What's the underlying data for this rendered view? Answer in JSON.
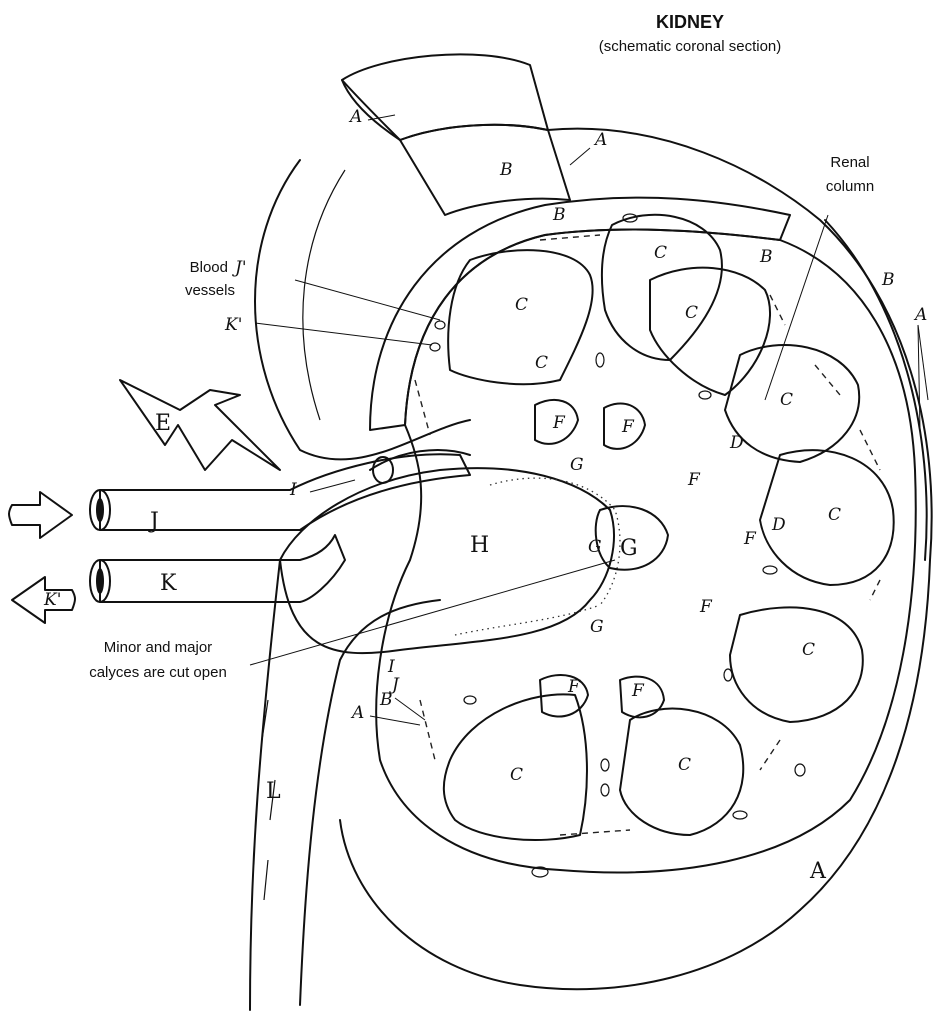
{
  "title": "KIDNEY",
  "subtitle": "(schematic coronal section)",
  "annotations": {
    "renal_column": [
      "Renal",
      "column"
    ],
    "blood_vessels": [
      "Blood",
      "vessels"
    ],
    "calyces_note": [
      "Minor and major",
      "calyces are cut open"
    ]
  },
  "letters": {
    "A": "A",
    "B": "B",
    "C": "C",
    "D": "D",
    "E": "E",
    "F": "F",
    "G": "G",
    "H": "H",
    "I": "I",
    "J": "J",
    "K": "K",
    "L": "L",
    "J_prime": "J'",
    "K_prime": "K'"
  },
  "colors": {
    "ink": "#111111",
    "paper": "#ffffff",
    "hatch": "#444444"
  }
}
